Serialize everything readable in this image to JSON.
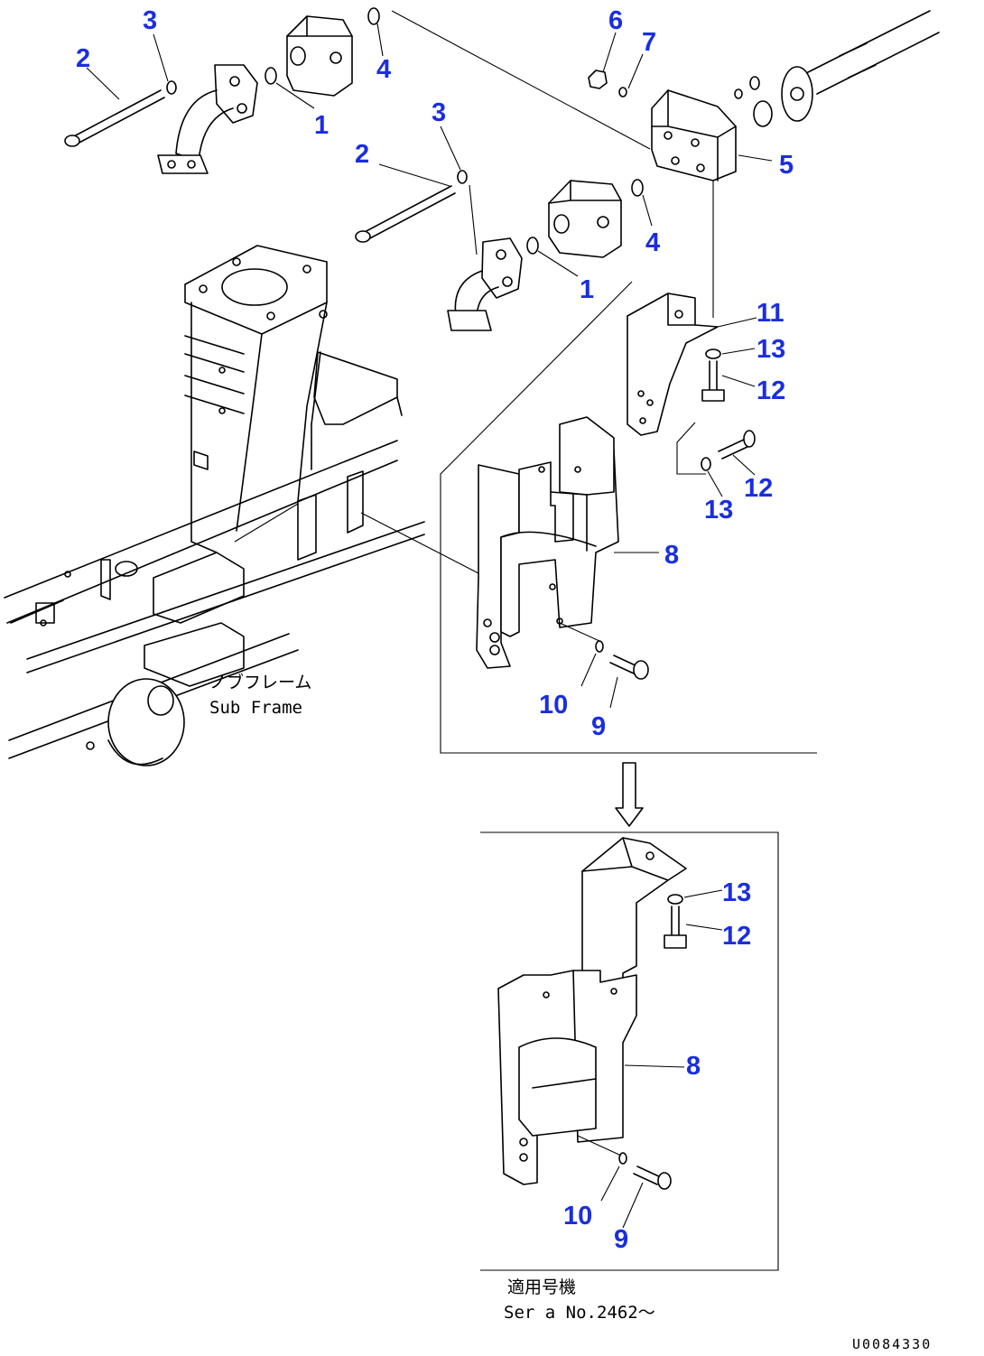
{
  "callouts": {
    "c1a": "1",
    "c1b": "1",
    "c2a": "2",
    "c2b": "2",
    "c3a": "3",
    "c3b": "3",
    "c4a": "4",
    "c4b": "4",
    "c5": "5",
    "c6": "6",
    "c7": "7",
    "c8a": "8",
    "c8b": "8",
    "c9a": "9",
    "c9b": "9",
    "c10a": "10",
    "c10b": "10",
    "c11": "11",
    "c12a": "12",
    "c12b": "12",
    "c12c": "12",
    "c13a": "13",
    "c13b": "13",
    "c13c": "13"
  },
  "labels": {
    "subframe_jp": "ノブフレーム",
    "subframe_en": "Sub Frame",
    "serial_jp": "適用号機",
    "serial_en": "Ser a  No.2462～"
  },
  "drawing_code": "U0084330"
}
